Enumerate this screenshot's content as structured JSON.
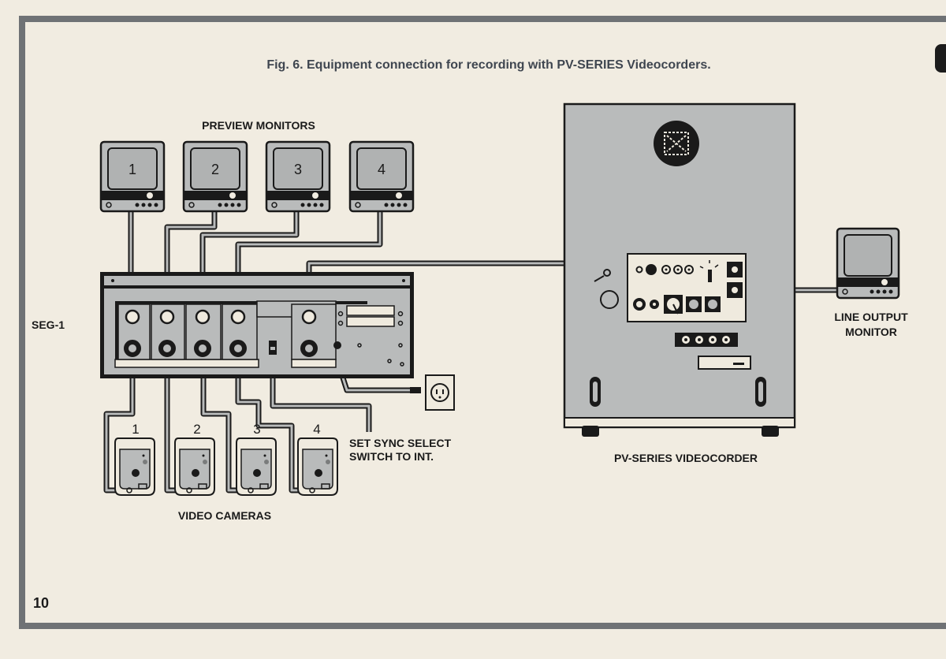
{
  "figure_title": "Fig. 6. Equipment connection for recording with PV-SERIES Videocorders.",
  "labels": {
    "preview_monitors": "PREVIEW MONITORS",
    "seg": "SEG-1",
    "sync_note_line1": "SET SYNC  SELECT",
    "sync_note_line2": "SWITCH TO INT.",
    "video_cameras": "VIDEO CAMERAS",
    "videocorder": "PV-SERIES VIDEOCORDER",
    "line_output_line1": "LINE OUTPUT",
    "line_output_line2": "MONITOR"
  },
  "monitor_numbers": [
    "1",
    "2",
    "3",
    "4"
  ],
  "camera_numbers": [
    "1",
    "2",
    "3",
    "4"
  ],
  "page_number": "10",
  "colors": {
    "paper": "#f1ece1",
    "frame": "#6f7275",
    "device_gray": "#b9bbbb",
    "ink": "#1a1a1a"
  }
}
